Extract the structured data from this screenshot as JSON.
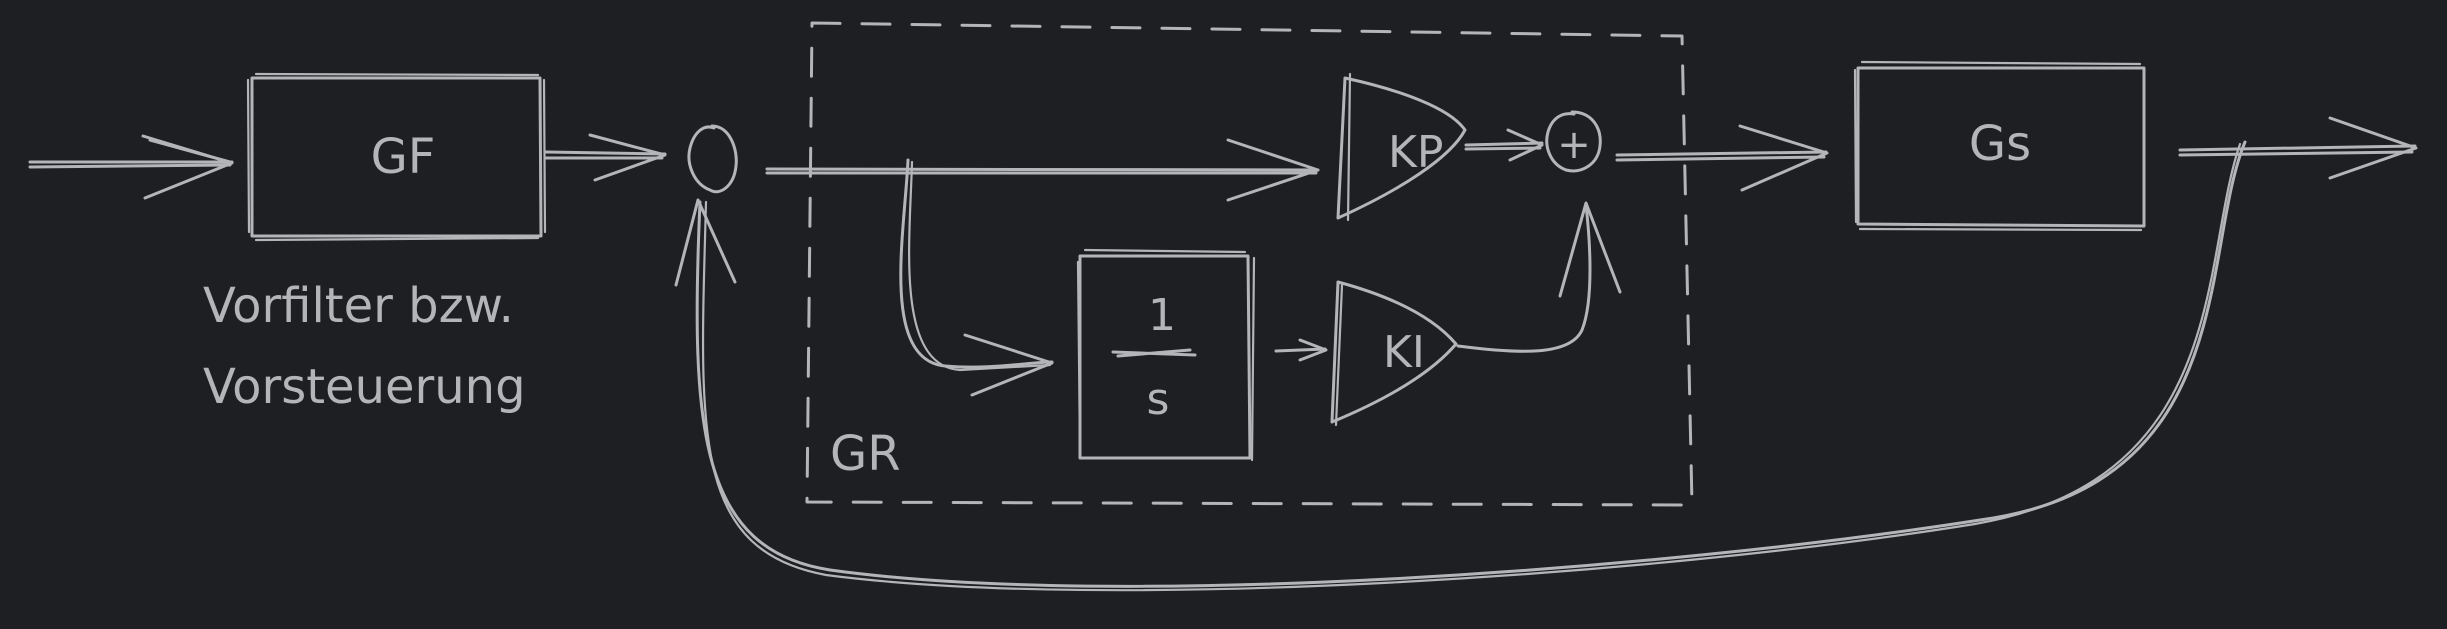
{
  "diagram": {
    "blocks": {
      "prefilter": "GF",
      "plant": "Gs",
      "p_gain": "KP",
      "i_gain": "KI",
      "integrator_num": "1",
      "integrator_den": "s",
      "controller": "GR"
    },
    "annotation": {
      "line1": "Vorfilter bzw.",
      "line2": "Vorsteuerung"
    },
    "summing_symbol": "+",
    "colors": {
      "background": "#1e1f22",
      "stroke": "#b3b5b8"
    }
  }
}
